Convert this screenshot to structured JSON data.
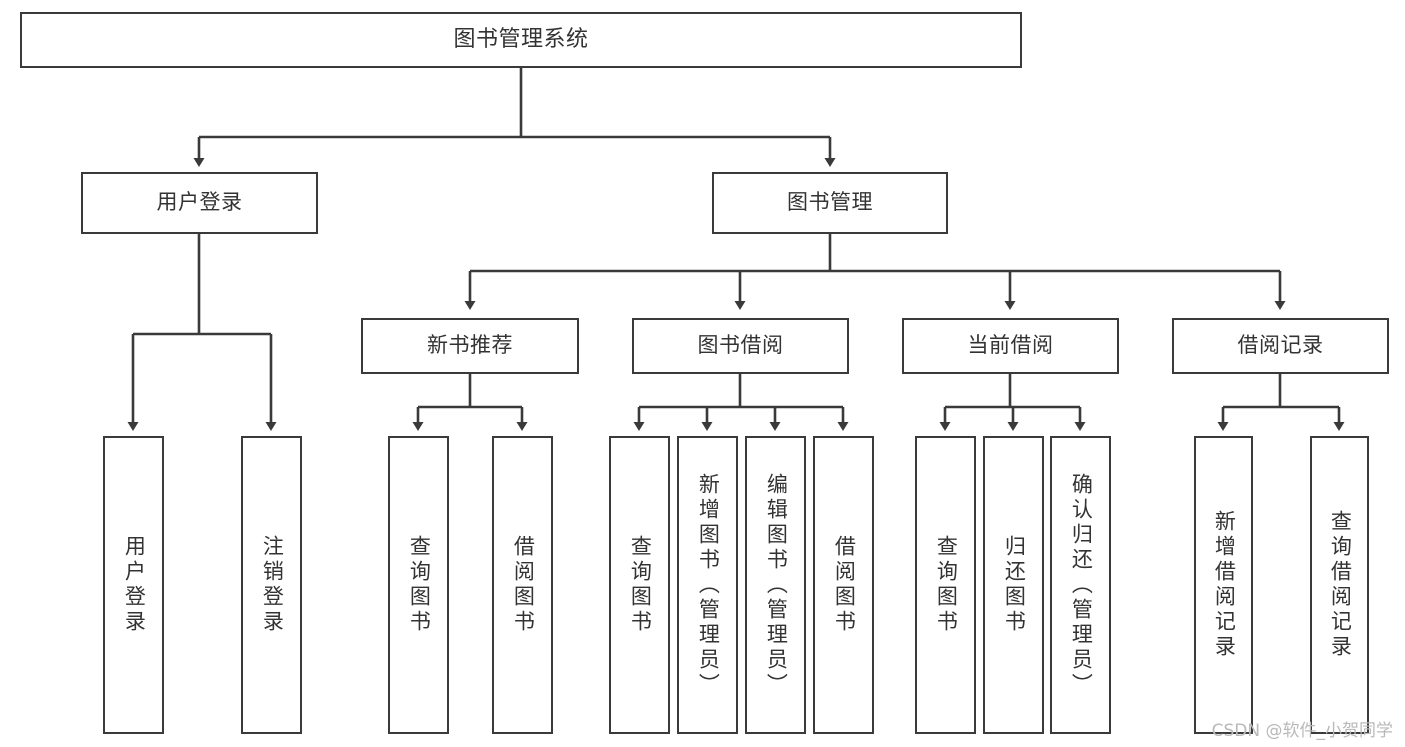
{
  "diagram": {
    "title": "图书管理系统",
    "watermark": "CSDN @软件_小贺同学",
    "stroke_color": "#3a3a3a",
    "text_color": "#333333",
    "background_color": "#ffffff",
    "root": {
      "label": "图书管理系统"
    },
    "level2": [
      {
        "label": "用户登录"
      },
      {
        "label": "图书管理"
      }
    ],
    "level3": [
      {
        "label": "新书推荐"
      },
      {
        "label": "图书借阅"
      },
      {
        "label": "当前借阅"
      },
      {
        "label": "借阅记录"
      }
    ],
    "leaves": {
      "user_login": [
        {
          "label": "用户登录"
        },
        {
          "label": "注销登录"
        }
      ],
      "new_book_recommend": [
        {
          "label": "查询图书"
        },
        {
          "label": "借阅图书"
        }
      ],
      "book_borrow": [
        {
          "label": "查询图书"
        },
        {
          "label": "新增图书（管理员）"
        },
        {
          "label": "编辑图书（管理员）"
        },
        {
          "label": "借阅图书"
        }
      ],
      "current_borrow": [
        {
          "label": "查询图书"
        },
        {
          "label": "归还图书"
        },
        {
          "label": "确认归还（管理员）"
        }
      ],
      "borrow_record": [
        {
          "label": "新增借阅记录"
        },
        {
          "label": "查询借阅记录"
        }
      ]
    }
  }
}
